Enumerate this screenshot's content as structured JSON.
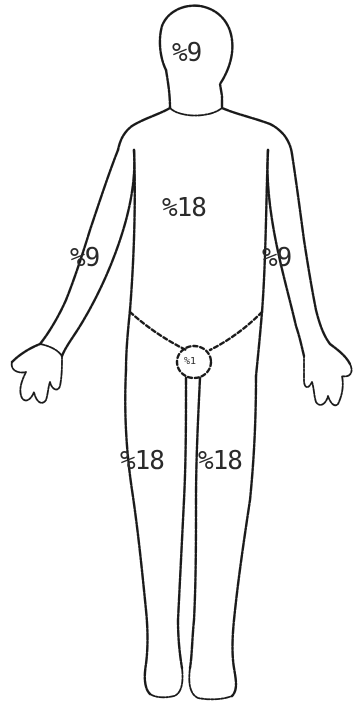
{
  "diagram": {
    "regions": [
      {
        "id": "head",
        "label": "%9"
      },
      {
        "id": "trunk",
        "label": "%18"
      },
      {
        "id": "right-arm",
        "label": "%9"
      },
      {
        "id": "left-arm",
        "label": "%9"
      },
      {
        "id": "groin",
        "label": "%1"
      },
      {
        "id": "right-leg",
        "label": "%18"
      },
      {
        "id": "left-leg",
        "label": "%18"
      }
    ]
  }
}
